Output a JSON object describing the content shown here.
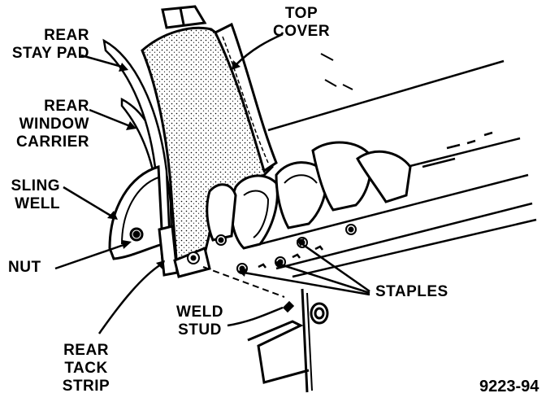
{
  "labels": {
    "top_cover": [
      "TOP",
      "COVER"
    ],
    "rear_stay_pad": [
      "REAR",
      "STAY PAD"
    ],
    "rear_window_carrier": [
      "REAR",
      "WINDOW",
      "CARRIER"
    ],
    "sling_well": [
      "SLING",
      "WELL"
    ],
    "nut": "NUT",
    "staples": "STAPLES",
    "weld_stud": [
      "WELD",
      "STUD"
    ],
    "rear_tack_strip": [
      "REAR",
      "TACK",
      "STRIP"
    ]
  },
  "figure_number": "9223-94",
  "colors": {
    "ink": "#000000",
    "paper": "#ffffff",
    "fabric": "#e8e8e8"
  }
}
